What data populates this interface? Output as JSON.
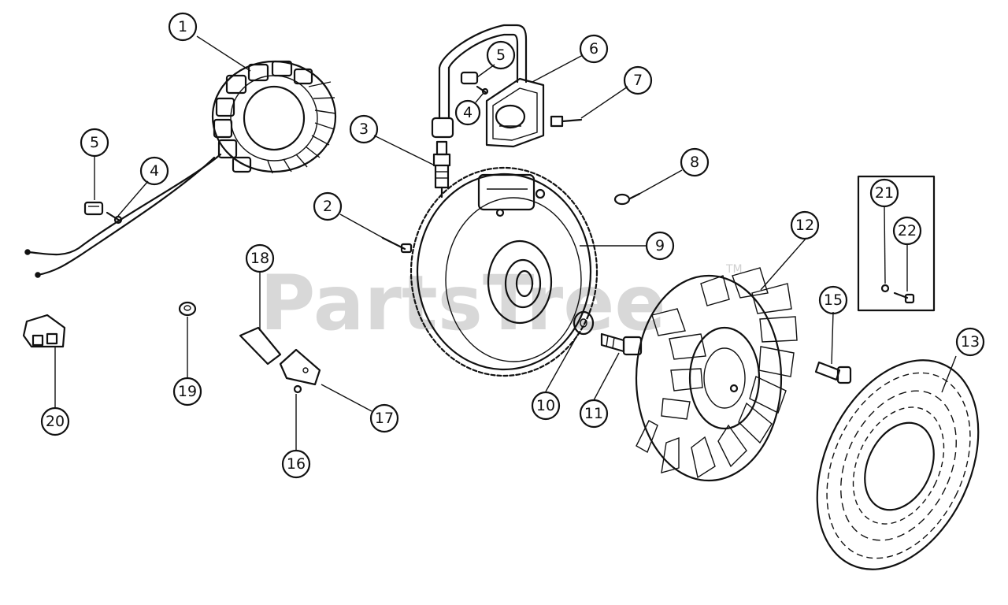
{
  "watermark": {
    "text": "PartsTree",
    "trademark": "TM"
  },
  "callouts": [
    "1",
    "2",
    "3",
    "4",
    "5",
    "6",
    "7",
    "8",
    "9",
    "10",
    "11",
    "12",
    "13",
    "15",
    "16",
    "17",
    "18",
    "19",
    "20",
    "21",
    "22"
  ],
  "inset_callouts": [
    "21",
    "22"
  ],
  "sheet_labels": {
    "upper_4": "4",
    "upper_5": "5"
  }
}
